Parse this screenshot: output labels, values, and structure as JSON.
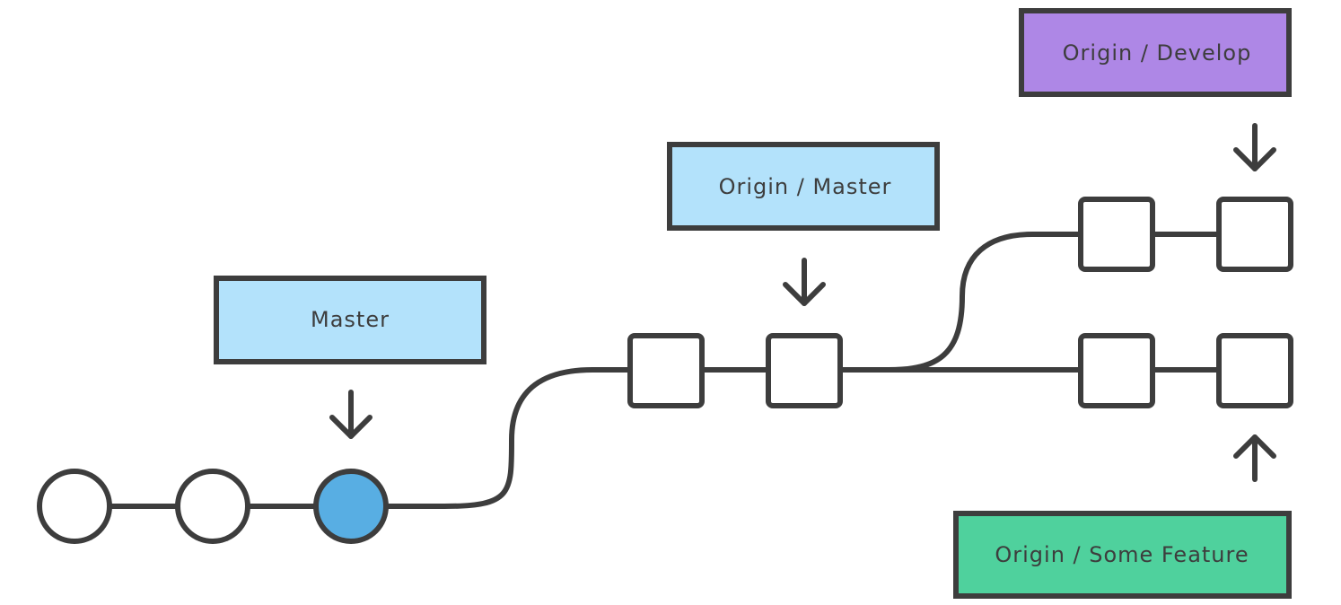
{
  "colors": {
    "stroke": "#3d3d3d",
    "master_fill": "#b3e2fb",
    "develop_fill": "#ae87e6",
    "feature_fill": "#4fd19d",
    "active_commit": "#58aee3",
    "commit_fill": "#ffffff"
  },
  "labels": {
    "master": "Master",
    "origin_master": "Origin / Master",
    "origin_develop": "Origin / Develop",
    "origin_feature": "Origin / Some Feature"
  },
  "icons": {
    "pointer_down": "arrow-down-icon",
    "pointer_up": "arrow-up-icon"
  }
}
